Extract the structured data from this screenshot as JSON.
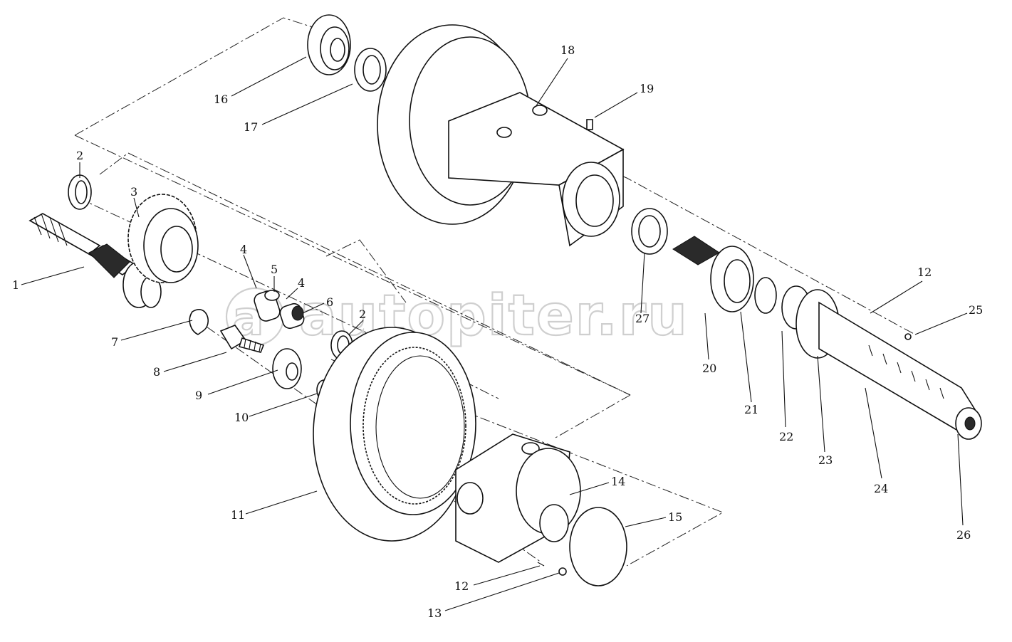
{
  "watermark": "autopiter.ru",
  "labels": [
    {
      "id": "1",
      "text": "1"
    },
    {
      "id": "2a",
      "text": "2"
    },
    {
      "id": "2b",
      "text": "2"
    },
    {
      "id": "3",
      "text": "3"
    },
    {
      "id": "4a",
      "text": "4"
    },
    {
      "id": "4b",
      "text": "4"
    },
    {
      "id": "5",
      "text": "5"
    },
    {
      "id": "6",
      "text": "6"
    },
    {
      "id": "7",
      "text": "7"
    },
    {
      "id": "8",
      "text": "8"
    },
    {
      "id": "9",
      "text": "9"
    },
    {
      "id": "10",
      "text": "10"
    },
    {
      "id": "11",
      "text": "11"
    },
    {
      "id": "12a",
      "text": "12"
    },
    {
      "id": "12b",
      "text": "12"
    },
    {
      "id": "13",
      "text": "13"
    },
    {
      "id": "14",
      "text": "14"
    },
    {
      "id": "15",
      "text": "15"
    },
    {
      "id": "16",
      "text": "16"
    },
    {
      "id": "17",
      "text": "17"
    },
    {
      "id": "18",
      "text": "18"
    },
    {
      "id": "19",
      "text": "19"
    },
    {
      "id": "20",
      "text": "20"
    },
    {
      "id": "21",
      "text": "21"
    },
    {
      "id": "22",
      "text": "22"
    },
    {
      "id": "23",
      "text": "23"
    },
    {
      "id": "24",
      "text": "24"
    },
    {
      "id": "25",
      "text": "25"
    },
    {
      "id": "26",
      "text": "26"
    },
    {
      "id": "27",
      "text": "27"
    }
  ],
  "colors": {
    "ink": "#111111",
    "watermark": "#cfcfcf",
    "background": "#ffffff"
  }
}
